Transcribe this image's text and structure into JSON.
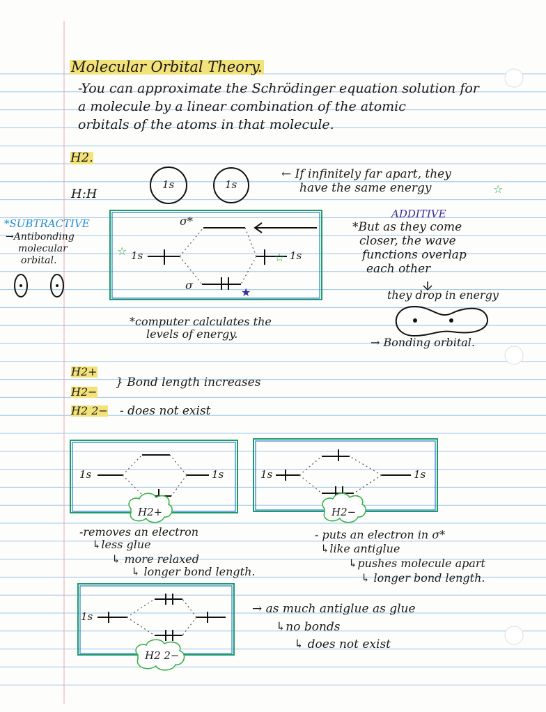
{
  "title": "Molecular Orbital Theory.",
  "intro": [
    "-You can approximate the Schrödinger equation solution for",
    "a molecule by a linear combination of the atomic",
    "orbitals of the atoms in that molecule."
  ],
  "h2": {
    "label": "H2.",
    "formula": "H:H",
    "orbital": "1s",
    "far_apart_note": [
      "← If infinitely far apart, they",
      "have the same energy"
    ],
    "subtractive": {
      "heading": "*SUBTRACTIVE",
      "lines": [
        "→Antibonding",
        "molecular",
        "orbital."
      ]
    },
    "additive": {
      "heading": "ADDITIVE",
      "lines": [
        "*But as they come",
        "closer, the wave",
        "functions overlap",
        "each other"
      ],
      "drop": "they drop in energy",
      "bonding": "→ Bonding orbital."
    },
    "diagram": {
      "sigma_star": "σ*",
      "sigma": "σ",
      "left": "1s",
      "right": "1s"
    },
    "computer_note": [
      "*computer calculates the",
      "levels of energy."
    ]
  },
  "ions": {
    "lines": [
      "H2+",
      "H2−",
      "H2 2−"
    ],
    "bond_length": "} Bond length increases",
    "not_exist": "- does not exist"
  },
  "boxes": {
    "plus": {
      "tag": "H2+",
      "left": "1s",
      "right": "1s",
      "notes": [
        "-removes an electron",
        "↳less glue",
        "↳ more relaxed",
        "↳ longer bond length."
      ]
    },
    "minus": {
      "tag": "H2−",
      "left": "1s",
      "right": "1s",
      "notes": [
        "- puts an electron in σ*",
        "↳like antiglue",
        "↳pushes molecule apart",
        "↳ longer bond length."
      ]
    },
    "dianion": {
      "tag": "H2 2−",
      "left": "1s",
      "notes": [
        "→ as much antiglue as glue",
        "↳no bonds",
        "↳ does not exist"
      ]
    }
  }
}
